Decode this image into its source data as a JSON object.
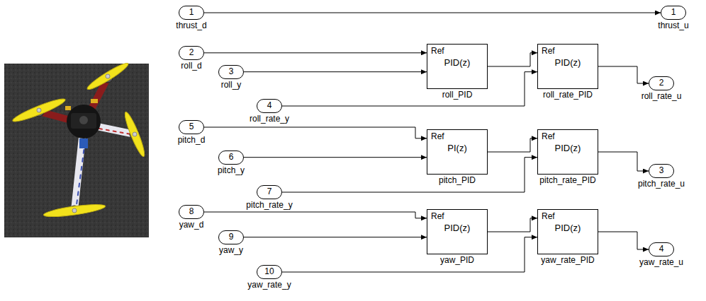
{
  "diagram": {
    "nodes": [
      {
        "text": [
          "1",
          "thrust_d"
        ]
      },
      {
        "text": [
          "1",
          "thrust_u"
        ]
      },
      {
        "text": [
          "2",
          "roll_d"
        ]
      },
      {
        "text": [
          "3",
          "roll_y"
        ]
      },
      {
        "text": [
          "4",
          "roll_rate_y"
        ]
      },
      {
        "text": [
          "Ref",
          "PID(z)",
          "roll_PID"
        ]
      },
      {
        "text": [
          "Ref",
          "PID(z)",
          "roll_rate_PID"
        ]
      },
      {
        "text": [
          "2",
          "roll_rate_u"
        ]
      },
      {
        "text": [
          "5",
          "pitch_d"
        ]
      },
      {
        "text": [
          "6",
          "pitch_y"
        ]
      },
      {
        "text": [
          "7",
          "pitch_rate_y"
        ]
      },
      {
        "text": [
          "Ref",
          "PI(z)",
          "pitch_PID"
        ]
      },
      {
        "text": [
          "Ref",
          "PID(z)",
          "pitch_rate_PID"
        ]
      },
      {
        "text": [
          "3",
          "pitch_rate_u"
        ]
      },
      {
        "text": [
          "8",
          "yaw_d"
        ]
      },
      {
        "text": [
          "9",
          "yaw_y"
        ]
      },
      {
        "text": [
          "10",
          "yaw_rate_y"
        ]
      },
      {
        "text": [
          "Ref",
          "PID(z)",
          "yaw_PID"
        ]
      },
      {
        "text": [
          "Ref",
          "PID(z)",
          "yaw_rate_PID"
        ]
      },
      {
        "text": [
          "4",
          "yaw_rate_u"
        ]
      }
    ],
    "edges": [
      {
        "from": 0,
        "to": 1,
        "arrow": "to"
      },
      {
        "from": 2,
        "to": 5,
        "arrow": "to"
      },
      {
        "from": 3,
        "to": 5,
        "arrow": "to"
      },
      {
        "from": 5,
        "to": 6,
        "arrow": "to"
      },
      {
        "from": 4,
        "to": 6,
        "arrow": "to"
      },
      {
        "from": 6,
        "to": 7,
        "arrow": "to"
      },
      {
        "from": 8,
        "to": 11,
        "arrow": "to"
      },
      {
        "from": 9,
        "to": 11,
        "arrow": "to"
      },
      {
        "from": 11,
        "to": 12,
        "arrow": "to"
      },
      {
        "from": 10,
        "to": 12,
        "arrow": "to"
      },
      {
        "from": 12,
        "to": 13,
        "arrow": "to"
      },
      {
        "from": 14,
        "to": 17,
        "arrow": "to"
      },
      {
        "from": 15,
        "to": 17,
        "arrow": "to"
      },
      {
        "from": 17,
        "to": 18,
        "arrow": "to"
      },
      {
        "from": 16,
        "to": 18,
        "arrow": "to"
      },
      {
        "from": 18,
        "to": 19,
        "arrow": "to"
      }
    ]
  }
}
